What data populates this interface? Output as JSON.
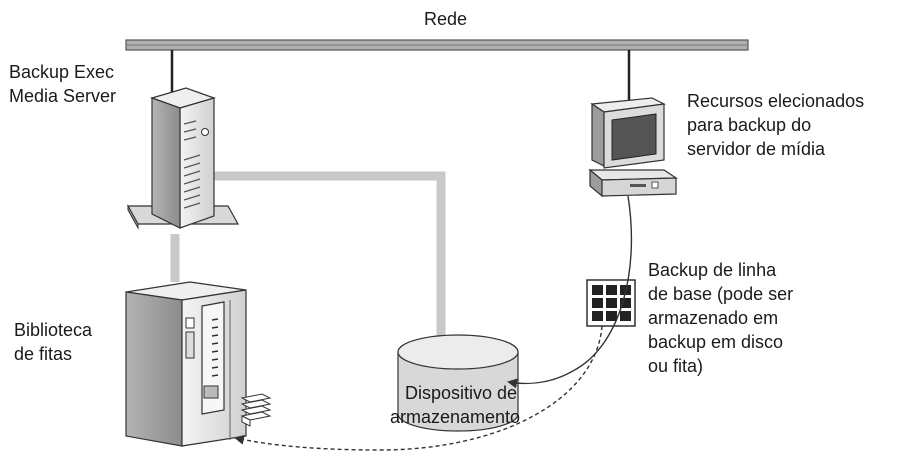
{
  "network": {
    "label": "Rede"
  },
  "media_server": {
    "label_lines": [
      "Backup Exec",
      "Media Server"
    ]
  },
  "tape_library": {
    "label_lines": [
      "Biblioteca",
      "de fitas"
    ]
  },
  "selected_resources": {
    "label_lines": [
      "Recursos elecionados",
      "para backup do",
      "servidor de mídia"
    ]
  },
  "baseline_backup": {
    "label_lines": [
      "Backup de linha",
      "de base (pode ser",
      "armazenado em",
      "backup em disco",
      "ou fita)"
    ]
  },
  "storage_device": {
    "label_lines": [
      "Dispositivo de",
      "armazenamento"
    ]
  },
  "colors": {
    "network_bar": "#aaaaaa",
    "connector": "#c8c8c8",
    "device_body": "#e2e2e2",
    "device_side": "#a8a8a8",
    "arrow": "#333333"
  }
}
